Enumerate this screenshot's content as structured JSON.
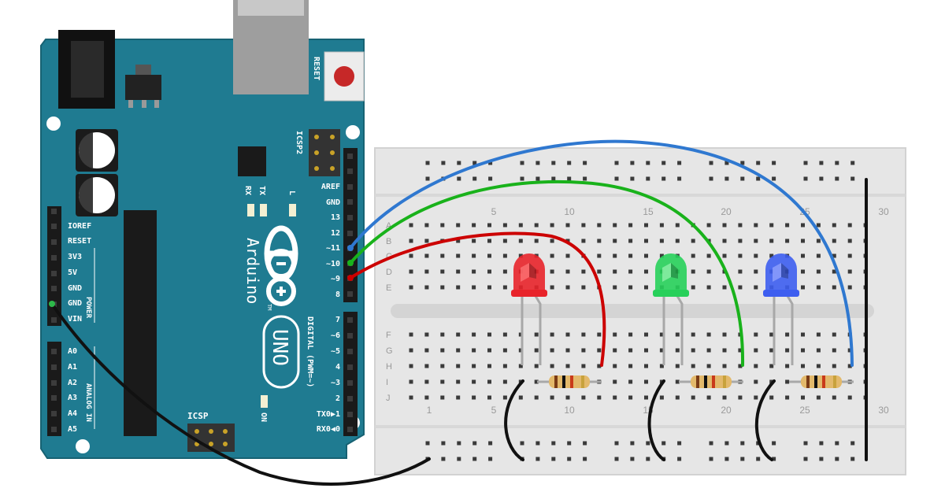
{
  "board": {
    "brand": "Arduino",
    "model": "UNO",
    "trademark": "TM",
    "reset_label": "RESET",
    "icsp_label": "ICSP",
    "icsp2_label": "ICSP2",
    "tx_label": "TX",
    "rx_label": "RX",
    "l_label": "L",
    "on_label": "ON",
    "digital_label": "DIGITAL (PWM=~)",
    "power_label": "POWER",
    "analog_label": "ANALOG IN",
    "power_pins": [
      "IOREF",
      "RESET",
      "3V3",
      "5V",
      "GND",
      "GND",
      "VIN"
    ],
    "analog_pins": [
      "A0",
      "A1",
      "A2",
      "A3",
      "A4",
      "A5"
    ],
    "digital_pins_top": [
      "AREF",
      "GND",
      "13",
      "12",
      "~11",
      "~10",
      "~9",
      "8"
    ],
    "digital_pins_bottom": [
      "7",
      "~6",
      "~5",
      "4",
      "~3",
      "2",
      "TX0▶1",
      "RX0◀0"
    ]
  },
  "breadboard": {
    "row_letters_top": [
      "A",
      "B",
      "C",
      "D",
      "E"
    ],
    "row_letters_bottom": [
      "F",
      "G",
      "H",
      "I",
      "J"
    ],
    "column_numbers_top": [
      "5",
      "10",
      "15",
      "20",
      "25",
      "30"
    ],
    "column_numbers_bottom": [
      "1",
      "5",
      "10",
      "15",
      "20",
      "25",
      "30"
    ]
  },
  "components": {
    "leds": [
      {
        "color": "red",
        "fill": "#e8232a",
        "highlight": "#ff7a7a"
      },
      {
        "color": "green",
        "fill": "#27d05a",
        "highlight": "#9bf3b2"
      },
      {
        "color": "blue",
        "fill": "#3d5ef0",
        "highlight": "#98a8ff"
      }
    ],
    "wire_colors": {
      "red": "#cc0000",
      "green": "#19b21b",
      "blue": "#2f78d0",
      "black": "#111111"
    }
  },
  "colors": {
    "board": "#1f7b91",
    "board_dark": "#176273",
    "breadboard": "#e6e6e6",
    "accent_green": "#2db84a"
  }
}
